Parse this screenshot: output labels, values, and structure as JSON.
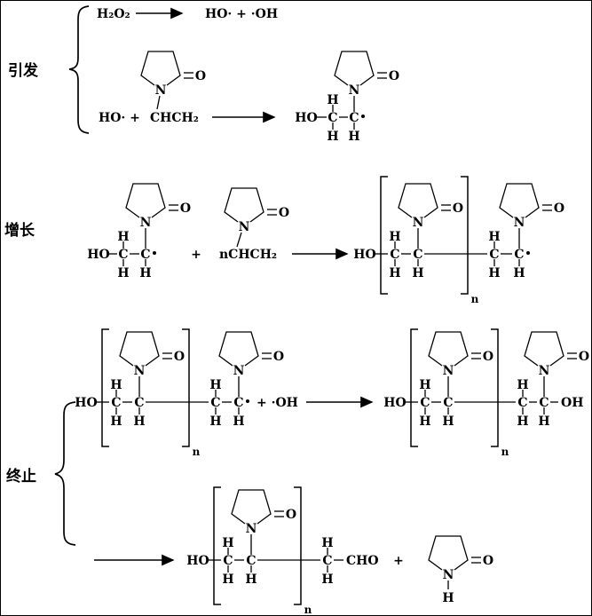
{
  "sections": {
    "initiation": {
      "label": "引发"
    },
    "propagation": {
      "label": "增长"
    },
    "termination": {
      "label": "终止"
    }
  },
  "formulas": {
    "h2o2": "H₂O₂",
    "ho_oh_radicals": "HO· + ·OH",
    "ho_radical_plus": "HO· +",
    "vinyl_chain": "CHCH₂",
    "n_monomer_chain": "nCHCH₂",
    "ho": "HO",
    "oh": "OH",
    "cho": "CHO",
    "plus": "+",
    "plus_hydroxyl": "+ ·OH",
    "repeat_subscript": "n"
  },
  "atoms": {
    "H": "H",
    "C": "C",
    "N": "N",
    "O": "O"
  }
}
